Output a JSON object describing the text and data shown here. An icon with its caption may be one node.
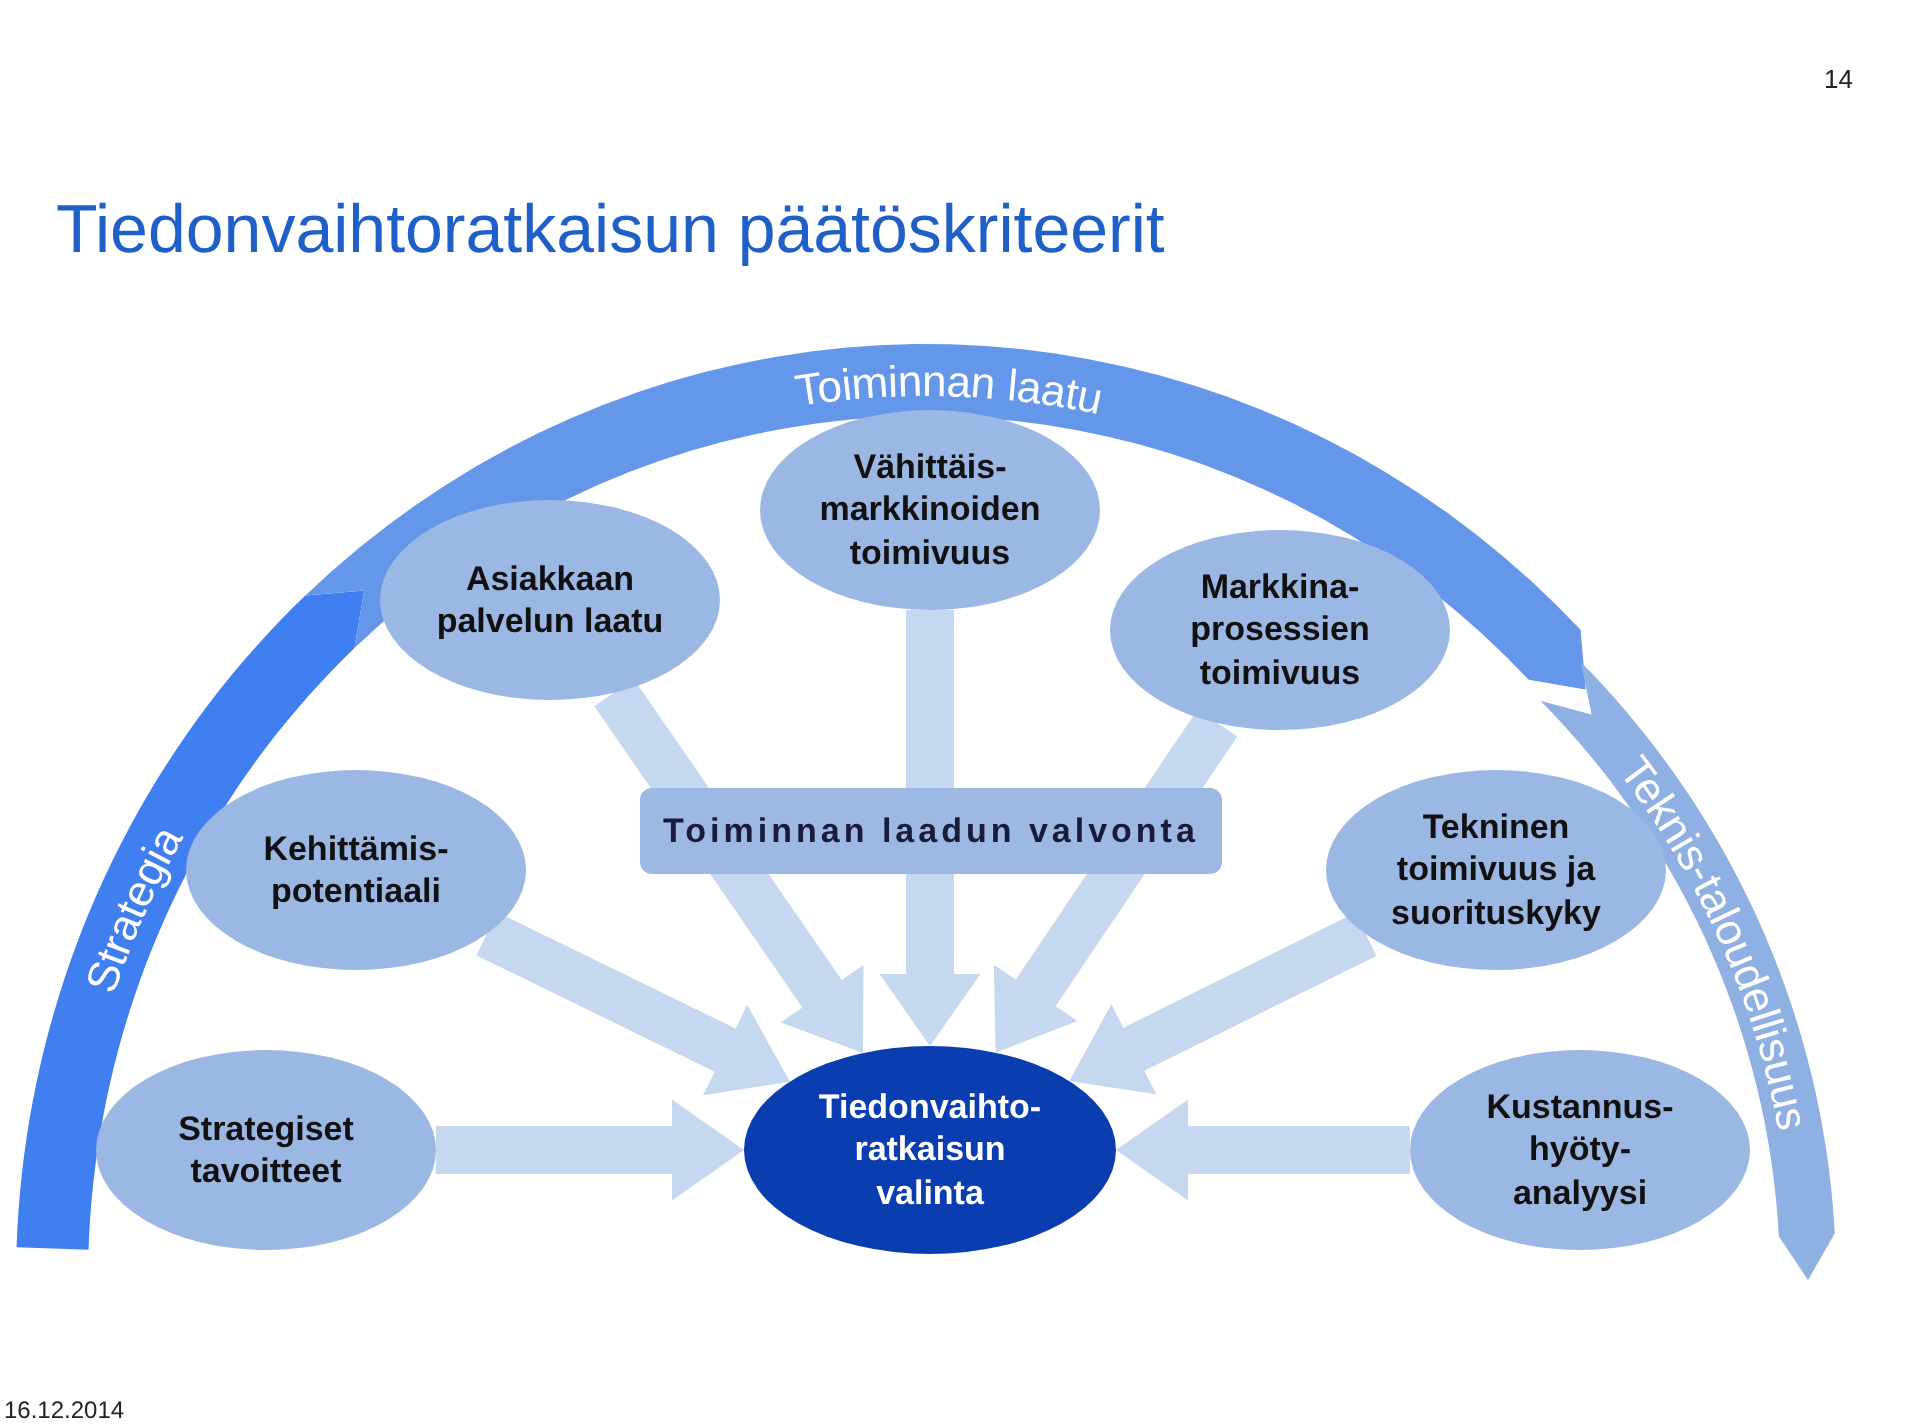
{
  "diagram": {
    "title": "Tiedonvaihtoratkaisun päätöskriteerit",
    "nodes": [
      {
        "text": [
          "Strategia"
        ]
      },
      {
        "text": [
          "Toiminnan laatu"
        ]
      },
      {
        "text": [
          "Teknis-taloudellisuus"
        ]
      },
      {
        "text": [
          "Asiakkaan palvelun laatu"
        ]
      },
      {
        "text": [
          "Vähittäis- markkinoiden toimivuus"
        ]
      },
      {
        "text": [
          "Markkina- prosessien toimivuus"
        ]
      },
      {
        "text": [
          "Kehittämis- potentiaali"
        ]
      },
      {
        "text": [
          "Toiminnan laadun valvonta"
        ]
      },
      {
        "text": [
          "Tekninen toimivuus ja suorituskyky"
        ]
      },
      {
        "text": [
          "Strategiset tavoitteet"
        ]
      },
      {
        "text": [
          "Tiedonvaihto- ratkaisun valinta"
        ]
      },
      {
        "text": [
          "Kustannus- hyöty- analyysi"
        ]
      }
    ],
    "edges": [
      {
        "from": 9,
        "to": 10,
        "arrow": "to",
        "style": "thick"
      },
      {
        "from": 6,
        "to": 10,
        "arrow": "to",
        "style": "thick"
      },
      {
        "from": 3,
        "to": 10,
        "arrow": "to",
        "style": "thick"
      },
      {
        "from": 4,
        "to": 10,
        "arrow": "to",
        "style": "thick"
      },
      {
        "from": 5,
        "to": 10,
        "arrow": "to",
        "style": "thick"
      },
      {
        "from": 8,
        "to": 10,
        "arrow": "to",
        "style": "thick"
      },
      {
        "from": 11,
        "to": 10,
        "arrow": "to",
        "style": "thick"
      }
    ],
    "labels": [
      "14",
      "16.12.2014"
    ]
  }
}
